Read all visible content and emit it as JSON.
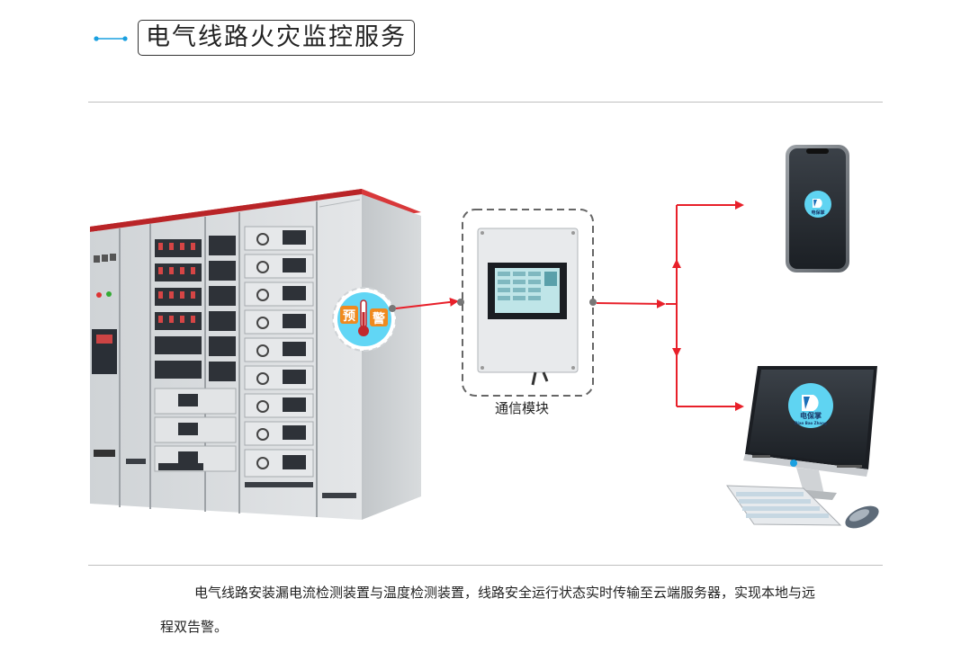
{
  "header": {
    "title": "电气线路火灾监控服务"
  },
  "diagram": {
    "module_label": "通信模块",
    "sensor_badge": {
      "left_char": "预",
      "right_char": "警"
    },
    "app_logo": {
      "name": "电保掌",
      "subname": "Dian Bao Zhang"
    }
  },
  "description": "电气线路安装漏电流检测装置与温度检测装置，线路安全运行状态实时传输至云端服务器，实现本地与远程双告警。",
  "colors": {
    "accent_blue": "#1aa0e0",
    "arrow_red": "#e8202a",
    "logo_cyan": "#5fd4f2",
    "cabinet_gray": "#d6d9dc"
  }
}
